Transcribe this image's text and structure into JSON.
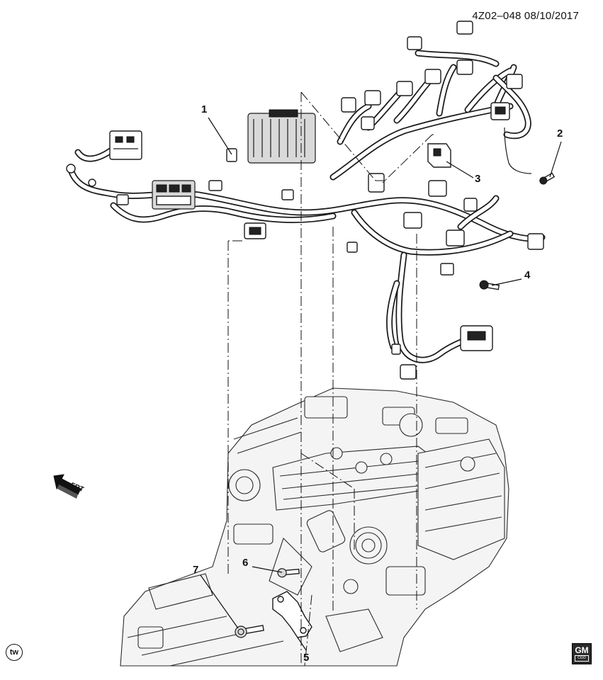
{
  "header": {
    "doc_id": "4Z02–048 08/10/2017"
  },
  "callouts": [
    {
      "id": "1",
      "label": "1"
    },
    {
      "id": "2",
      "label": "2"
    },
    {
      "id": "3",
      "label": "3"
    },
    {
      "id": "4",
      "label": "4"
    },
    {
      "id": "5",
      "label": "5"
    },
    {
      "id": "6",
      "label": "6"
    },
    {
      "id": "7",
      "label": "7"
    }
  ],
  "direction_indicator": {
    "label": "FRT",
    "icon": "front-arrow-icon"
  },
  "footer": {
    "tw_badge": "tw",
    "gm_logo": {
      "main": "GM",
      "sub": "CGO"
    }
  }
}
